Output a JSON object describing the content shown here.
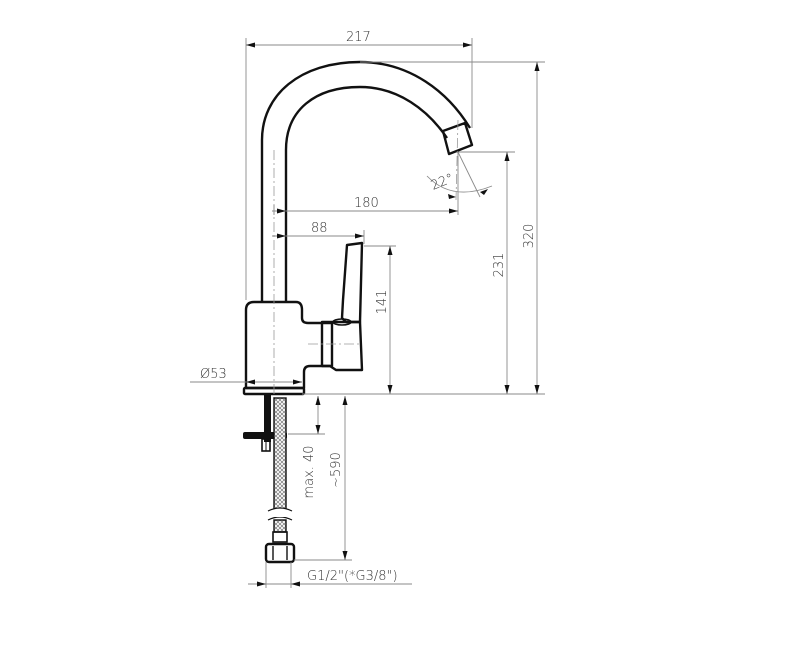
{
  "drawing": {
    "subject": "Kitchen sink mixer faucet - technical dimension drawing",
    "units": "mm",
    "colors": {
      "outline": "#111111",
      "dimension_line": "#8a8a8a",
      "text": "#333333",
      "background": "#ffffff"
    },
    "dimensions": {
      "overall_reach": {
        "label": "217"
      },
      "spout_reach": {
        "label": "180"
      },
      "handle_offset": {
        "label": "88"
      },
      "spout_angle": {
        "label": "22°"
      },
      "handle_height": {
        "label": "141"
      },
      "outlet_height": {
        "label": "231"
      },
      "total_height": {
        "label": "320"
      },
      "base_diameter": {
        "label": "Ø53"
      },
      "max_mount_thickness": {
        "label": "max. 40"
      },
      "hose_length": {
        "label": "~590"
      },
      "connection_thread": {
        "label": "G1/2\"(*G3/8\")"
      }
    }
  }
}
